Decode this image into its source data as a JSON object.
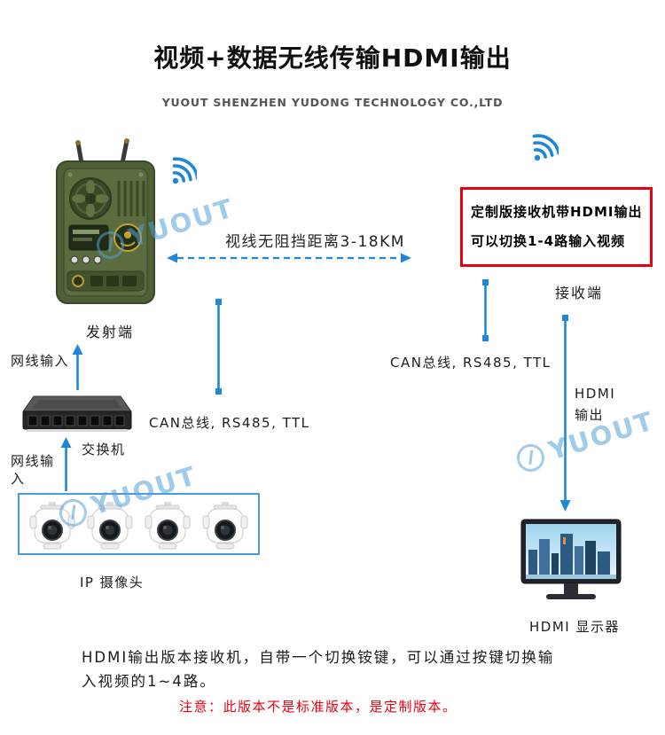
{
  "header": {
    "title": "视频+数据无线传输HDMI输出",
    "subtitle": "YUOUT SHENZHEN YUDONG TECHNOLOGY CO.,LTD"
  },
  "link": {
    "distance": "视线无阻挡距离3-18KM"
  },
  "receiver": {
    "box_line1": "定制版接收机带HDMI输出",
    "box_line2": "可以切换1-4路输入视频",
    "label": "接收端",
    "canbus": "CAN总线, RS485, TTL",
    "hdmi_line1": "HDMI",
    "hdmi_line2": "输出",
    "monitor_label": "HDMI 显示器"
  },
  "transmitter": {
    "label": "发射端",
    "net_input": "网线输入",
    "canbus": "CAN总线, RS485, TTL",
    "switch_label": "交换机",
    "net_input2": "网线输入",
    "camera_label": "IP 摄像头"
  },
  "watermark": {
    "text": "YUOUT"
  },
  "footer": {
    "description_line1": "HDMI输出版本接收机，自带一个切换铵键，可以通过按键切换输",
    "description_line2": "入视频的1~4路。",
    "note": "注意：此版本不是标准版本，是定制版本。"
  },
  "icons": {
    "wifi": "wifi-signal-icon",
    "logo": "yuout-logo-icon"
  },
  "colors": {
    "accent_blue": "#1f88d6",
    "alert_red": "#e60012",
    "device_green": "#55663e",
    "camera_box_blue": "#4a9add"
  }
}
